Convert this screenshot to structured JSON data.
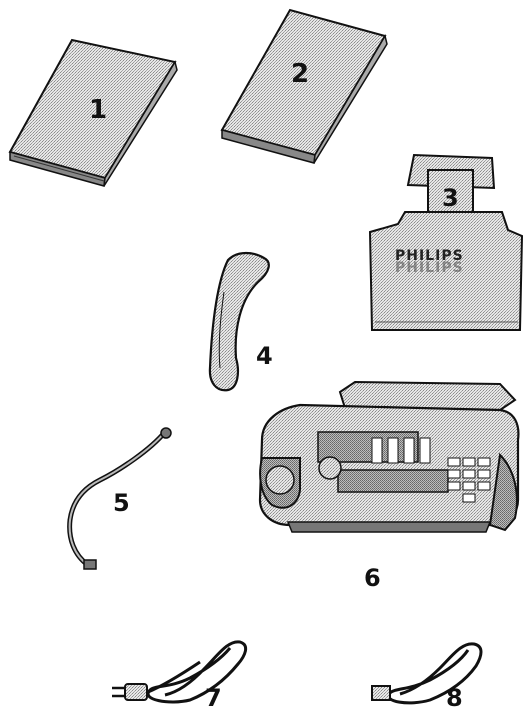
{
  "items": [
    {
      "number": "1",
      "name": "manual-1"
    },
    {
      "number": "2",
      "name": "manual-2"
    },
    {
      "number": "3",
      "name": "paper-support"
    },
    {
      "number": "4",
      "name": "handset"
    },
    {
      "number": "5",
      "name": "handset-cord"
    },
    {
      "number": "6",
      "name": "fax-machine"
    },
    {
      "number": "7",
      "name": "power-cord"
    },
    {
      "number": "8",
      "name": "telephone-line-cord"
    }
  ],
  "paper_support_brand": "PHILIPS",
  "colors": {
    "line": "#111111",
    "fill_light": "#d9d9d9",
    "fill_mid": "#bdbdbd",
    "background": "#ffffff"
  }
}
